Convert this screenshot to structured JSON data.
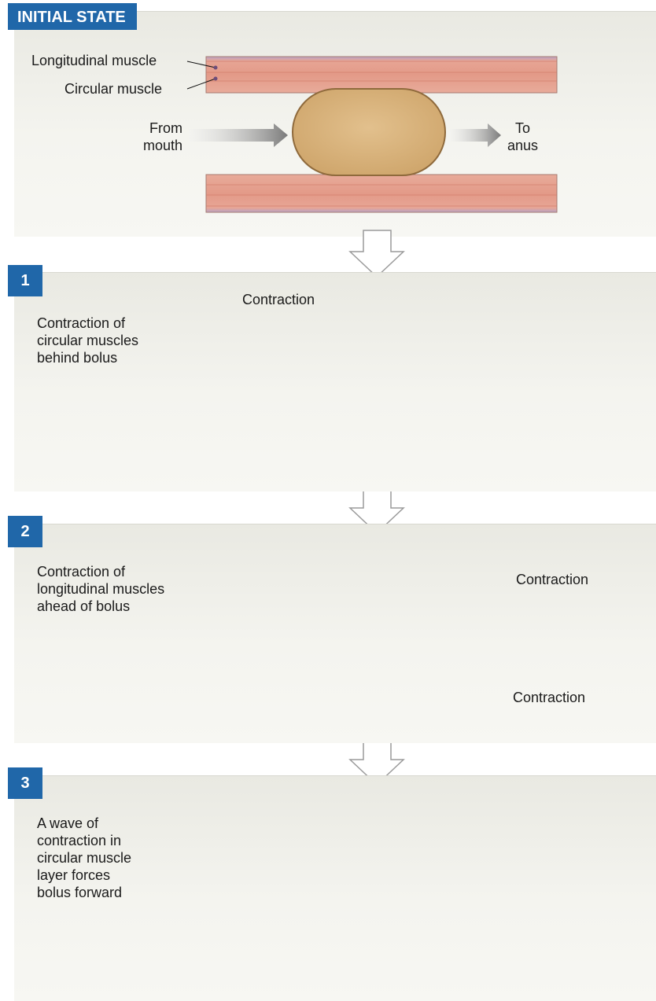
{
  "header": {
    "title": "INITIAL STATE"
  },
  "initial": {
    "label_longitudinal": "Longitudinal muscle",
    "label_circular": "Circular muscle",
    "from_line1": "From",
    "from_line2": "mouth",
    "to_line1": "To",
    "to_line2": "anus"
  },
  "steps": [
    {
      "number": "1",
      "description": [
        "Contraction of",
        "circular muscles",
        "behind bolus"
      ],
      "contraction_label": "Contraction"
    },
    {
      "number": "2",
      "description": [
        "Contraction of",
        "longitudinal muscles",
        "ahead of bolus"
      ],
      "contraction_top": "Contraction",
      "contraction_bottom": "Contraction"
    },
    {
      "number": "3",
      "description": [
        "A wave of",
        "contraction in",
        "circular muscle",
        "layer forces",
        "bolus forward"
      ]
    }
  ],
  "colors": {
    "badge": "#2067a9",
    "muscle": "#e39a88",
    "muscle_dark": "#c9705e",
    "mucosa": "#b9a8c4",
    "bolus": "#d8b37c",
    "bolus_edge": "#8f6a3c",
    "panel": "#f1f1ec",
    "arrow_gray": "#7a7a7a"
  },
  "icons": [
    "down-arrow-icon",
    "gray-arrow-icon"
  ]
}
